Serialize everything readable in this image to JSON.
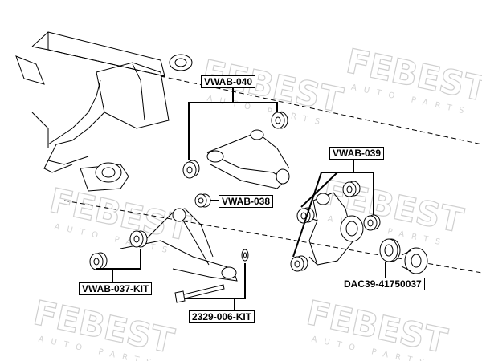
{
  "watermark": {
    "brand": "FEBEST",
    "tagline": "AUTO PARTS"
  },
  "parts": {
    "vwab_040": "VWAB-040",
    "vwab_039": "VWAB-039",
    "vwab_038": "VWAB-038",
    "vwab_037_kit": "VWAB-037-KIT",
    "kit_2329_006": "2329-006-KIT",
    "dac39": "DAC39-41750037"
  },
  "colors": {
    "line": "#000000",
    "watermark": "#cfcfcf",
    "background": "#ffffff"
  }
}
